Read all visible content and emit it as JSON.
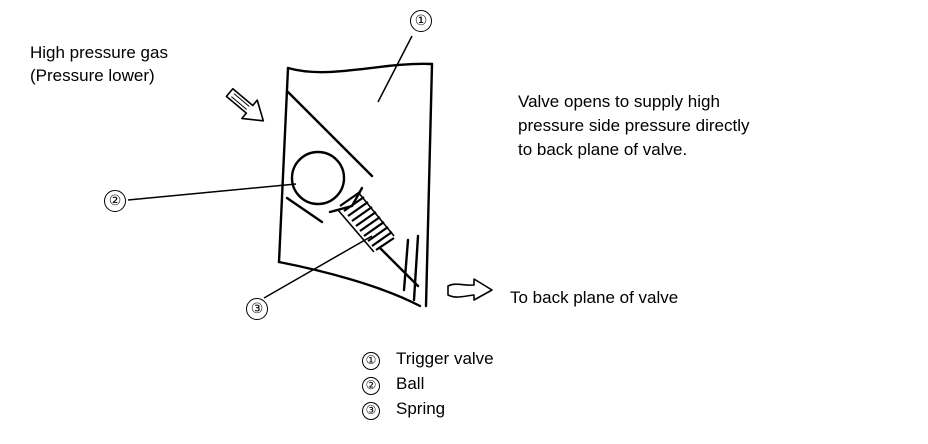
{
  "labels": {
    "inlet_line1": "High pressure gas",
    "inlet_line2": "(Pressure lower)",
    "note_line1": "Valve opens to supply high",
    "note_line2": "pressure side pressure directly",
    "note_line3": "to back plane of valve.",
    "outlet": "To back plane of valve"
  },
  "callouts": {
    "c1": "①",
    "c2": "②",
    "c3": "③"
  },
  "legend": [
    {
      "num": "①",
      "label": "Trigger valve"
    },
    {
      "num": "②",
      "label": "Ball"
    },
    {
      "num": "③",
      "label": "Spring"
    }
  ],
  "icons": {
    "inlet_arrow": "hollow-arrow-down-right-icon",
    "outlet_arrow": "hollow-arrow-right-icon"
  }
}
